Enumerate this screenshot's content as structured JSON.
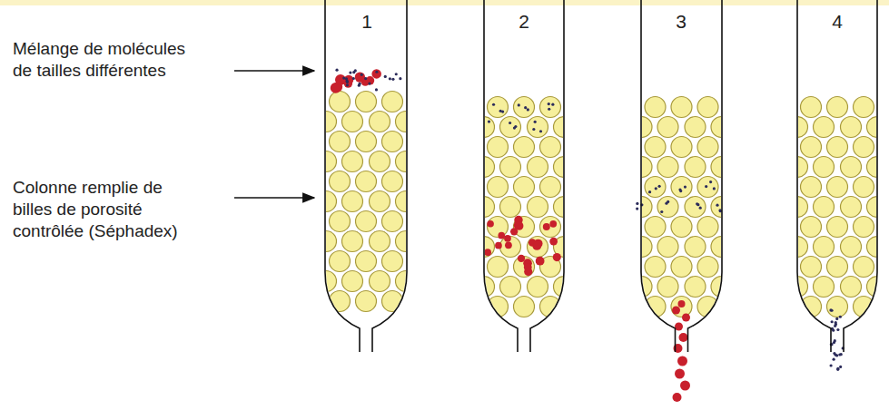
{
  "diagram": {
    "labels": [
      "1",
      "2",
      "3",
      "4",
      "Mélange de molécules de tailles différentes",
      "Colonne remplie de billes de porosité contrôlée (Séphadex)"
    ]
  }
}
